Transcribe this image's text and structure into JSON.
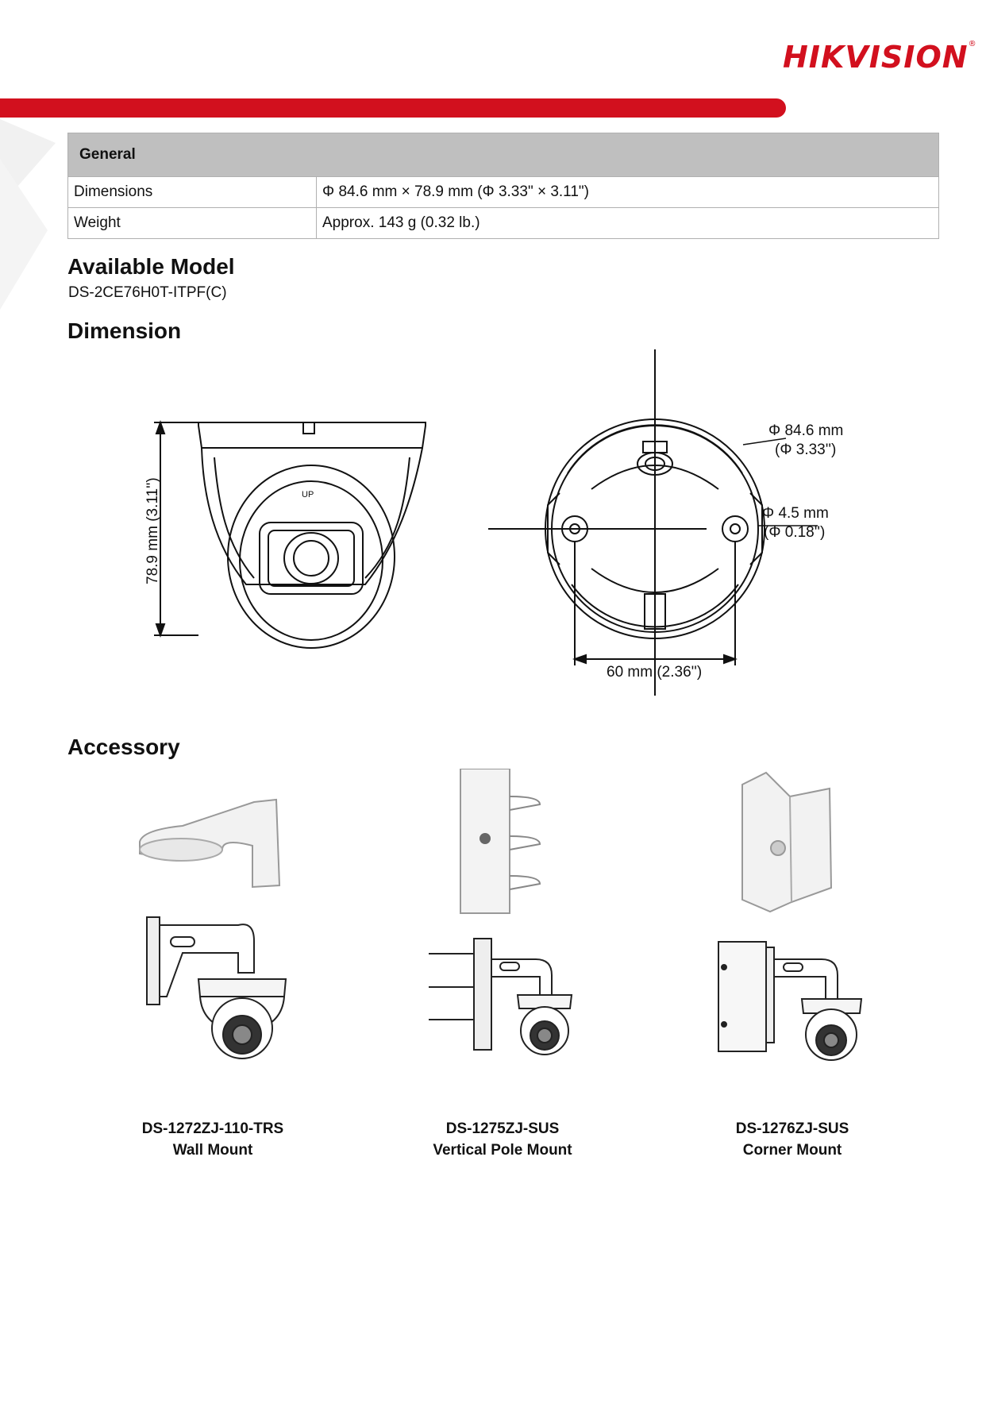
{
  "brand": {
    "name": "HIKVISION",
    "reg_mark": "®"
  },
  "general": {
    "header": "General",
    "rows": [
      {
        "label": "Dimensions",
        "value": "Φ 84.6 mm × 78.9 mm (Φ 3.33\" × 3.11\")"
      },
      {
        "label": "Weight",
        "value": "Approx. 143 g (0.32 lb.)"
      }
    ]
  },
  "available_model": {
    "title": "Available Model",
    "model": "DS-2CE76H0T-ITPF(C)"
  },
  "dimension": {
    "title": "Dimension",
    "labels": {
      "height": "78.9 mm (3.11'')",
      "diameter_mm": "Φ 84.6 mm",
      "diameter_in": "(Φ 3.33'')",
      "hole_mm": "Φ 4.5 mm",
      "hole_in": "(Φ 0.18'')",
      "spacing": "60 mm (2.36'')",
      "up_mark": "UP"
    }
  },
  "accessory": {
    "title": "Accessory",
    "items": [
      {
        "model": "DS-1272ZJ-110-TRS",
        "name": "Wall Mount"
      },
      {
        "model": "DS-1275ZJ-SUS",
        "name": "Vertical Pole Mount"
      },
      {
        "model": "DS-1276ZJ-SUS",
        "name": "Corner Mount"
      }
    ]
  }
}
